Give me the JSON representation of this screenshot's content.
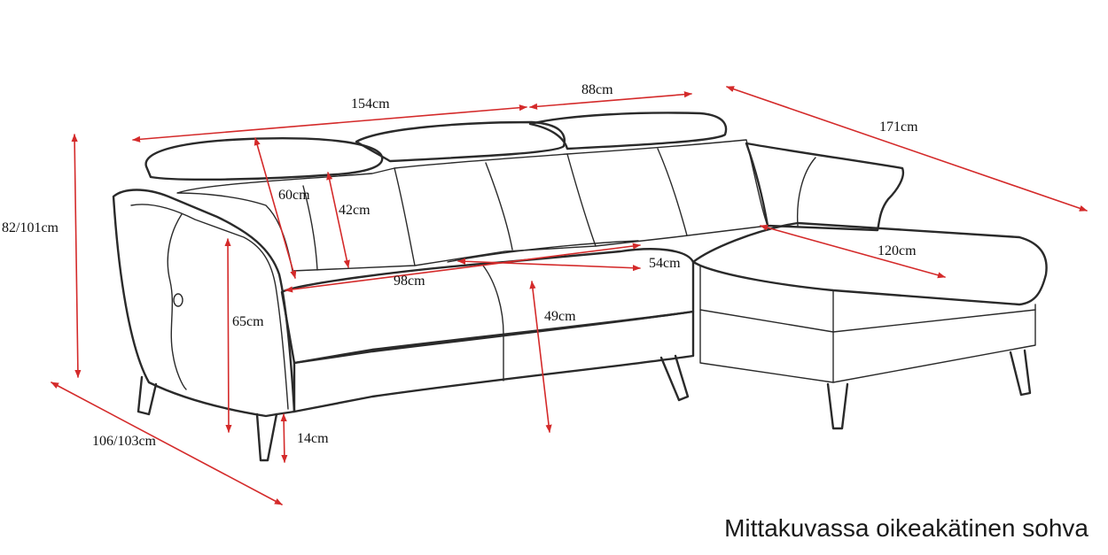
{
  "colors": {
    "dimension_arrow": "#d42a2a",
    "outline": "#2a2a2a",
    "background": "#ffffff"
  },
  "dimensions": {
    "back_width": "154cm",
    "chaise_back_width": "88cm",
    "total_length": "171cm",
    "height": "82/101cm",
    "depth": "106/103cm",
    "headrest_height": "60cm",
    "backrest_height": "42cm",
    "seat_width": "98cm",
    "seat_depth": "54cm",
    "chaise_length": "120cm",
    "arm_height": "65cm",
    "seat_height": "49cm",
    "leg_height": "14cm"
  },
  "caption": "Mittakuvassa oikeakätinen sohva"
}
